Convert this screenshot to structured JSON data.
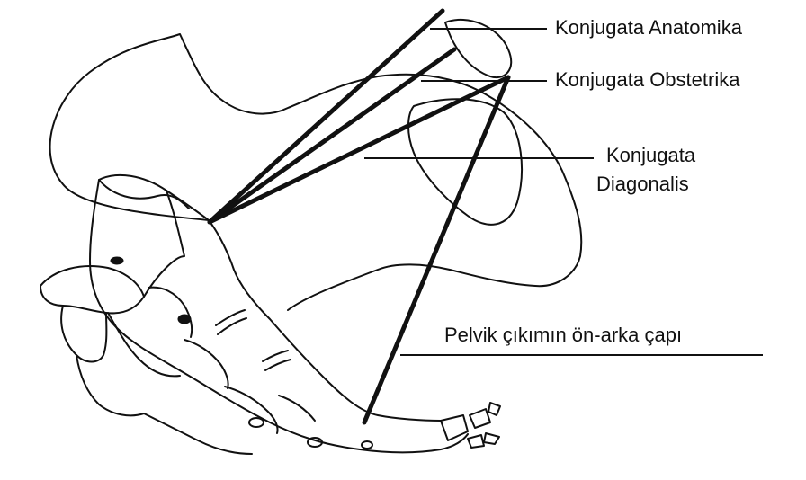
{
  "labels": {
    "conjugata_anatomica": "Konjugata Anatomika",
    "conjugata_obstetrica": "Konjugata Obstetrika",
    "conjugata_diagonalis_line1": "Konjugata",
    "conjugata_diagonalis_line2": "Diagonalis",
    "pelvic_outlet": "Pelvik çıkımın ön-arka çapı"
  },
  "colors": {
    "line": "#111111",
    "background": "#ffffff"
  }
}
